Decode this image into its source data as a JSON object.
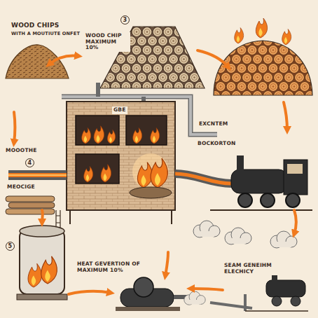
{
  "diagram": {
    "labels": [
      "WOOD CHIPS",
      "WITH A MOUTIUTE ONFET",
      "WOOD CHIP MAXIMUM 10%",
      "3",
      "MOOOTHE",
      "GBE",
      "EXCNTEM",
      "BOCKORTON",
      "4",
      "MEOCIGE",
      "5",
      "HEAT GEVERTION OF MAXIMUM 10%",
      "SEAM GENEIHM ELECHICY"
    ]
  }
}
